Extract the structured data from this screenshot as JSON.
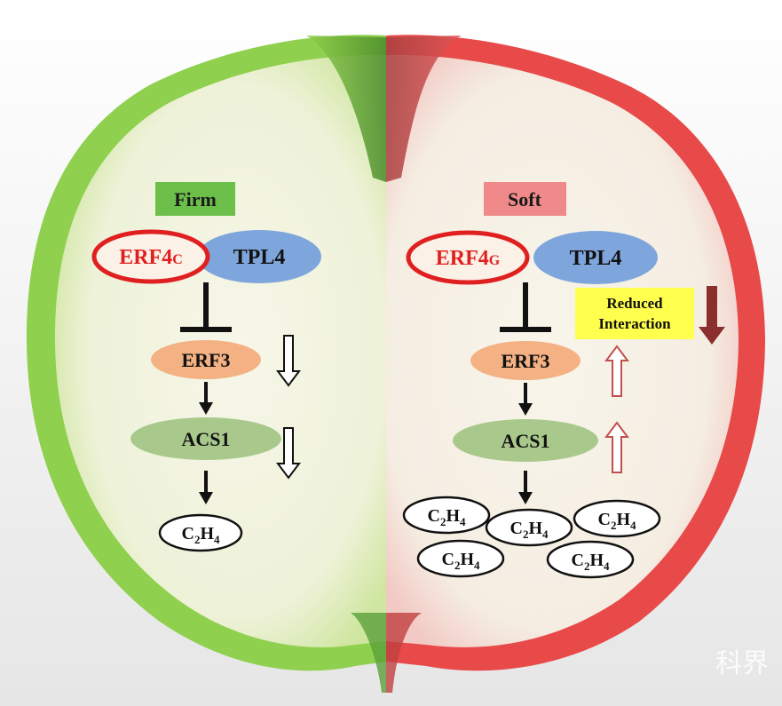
{
  "left_panel": {
    "state_label": "Firm",
    "state_color": "#6cc04a",
    "repressor": {
      "name": "ERF4",
      "suffix": "C"
    },
    "corepressor": "TPL4",
    "target_gene": "ERF3",
    "synthase": "ACS1",
    "ethylene": {
      "base": "C",
      "sub1": "2",
      "mid": "H",
      "sub2": "4"
    }
  },
  "right_panel": {
    "state_label": "Soft",
    "state_color": "#f08a8a",
    "repressor": {
      "name": "ERF4",
      "suffix": "G"
    },
    "corepressor": "TPL4",
    "note_line1": "Reduced",
    "note_line2": "Interaction",
    "note_color": "#ffff4d",
    "target_gene": "ERF3",
    "synthase": "ACS1",
    "ethylene": {
      "base": "C",
      "sub1": "2",
      "mid": "H",
      "sub2": "4"
    }
  },
  "colors": {
    "repressor_outline": "#e02020",
    "tpl4_fill": "#7fa6dc",
    "erf3_fill": "#f4b183",
    "acs1_fill": "#a9c98c",
    "down_arrow_dark": "#8b2e2e",
    "up_arrow_outline": "#c0504d"
  },
  "watermark": "科界"
}
